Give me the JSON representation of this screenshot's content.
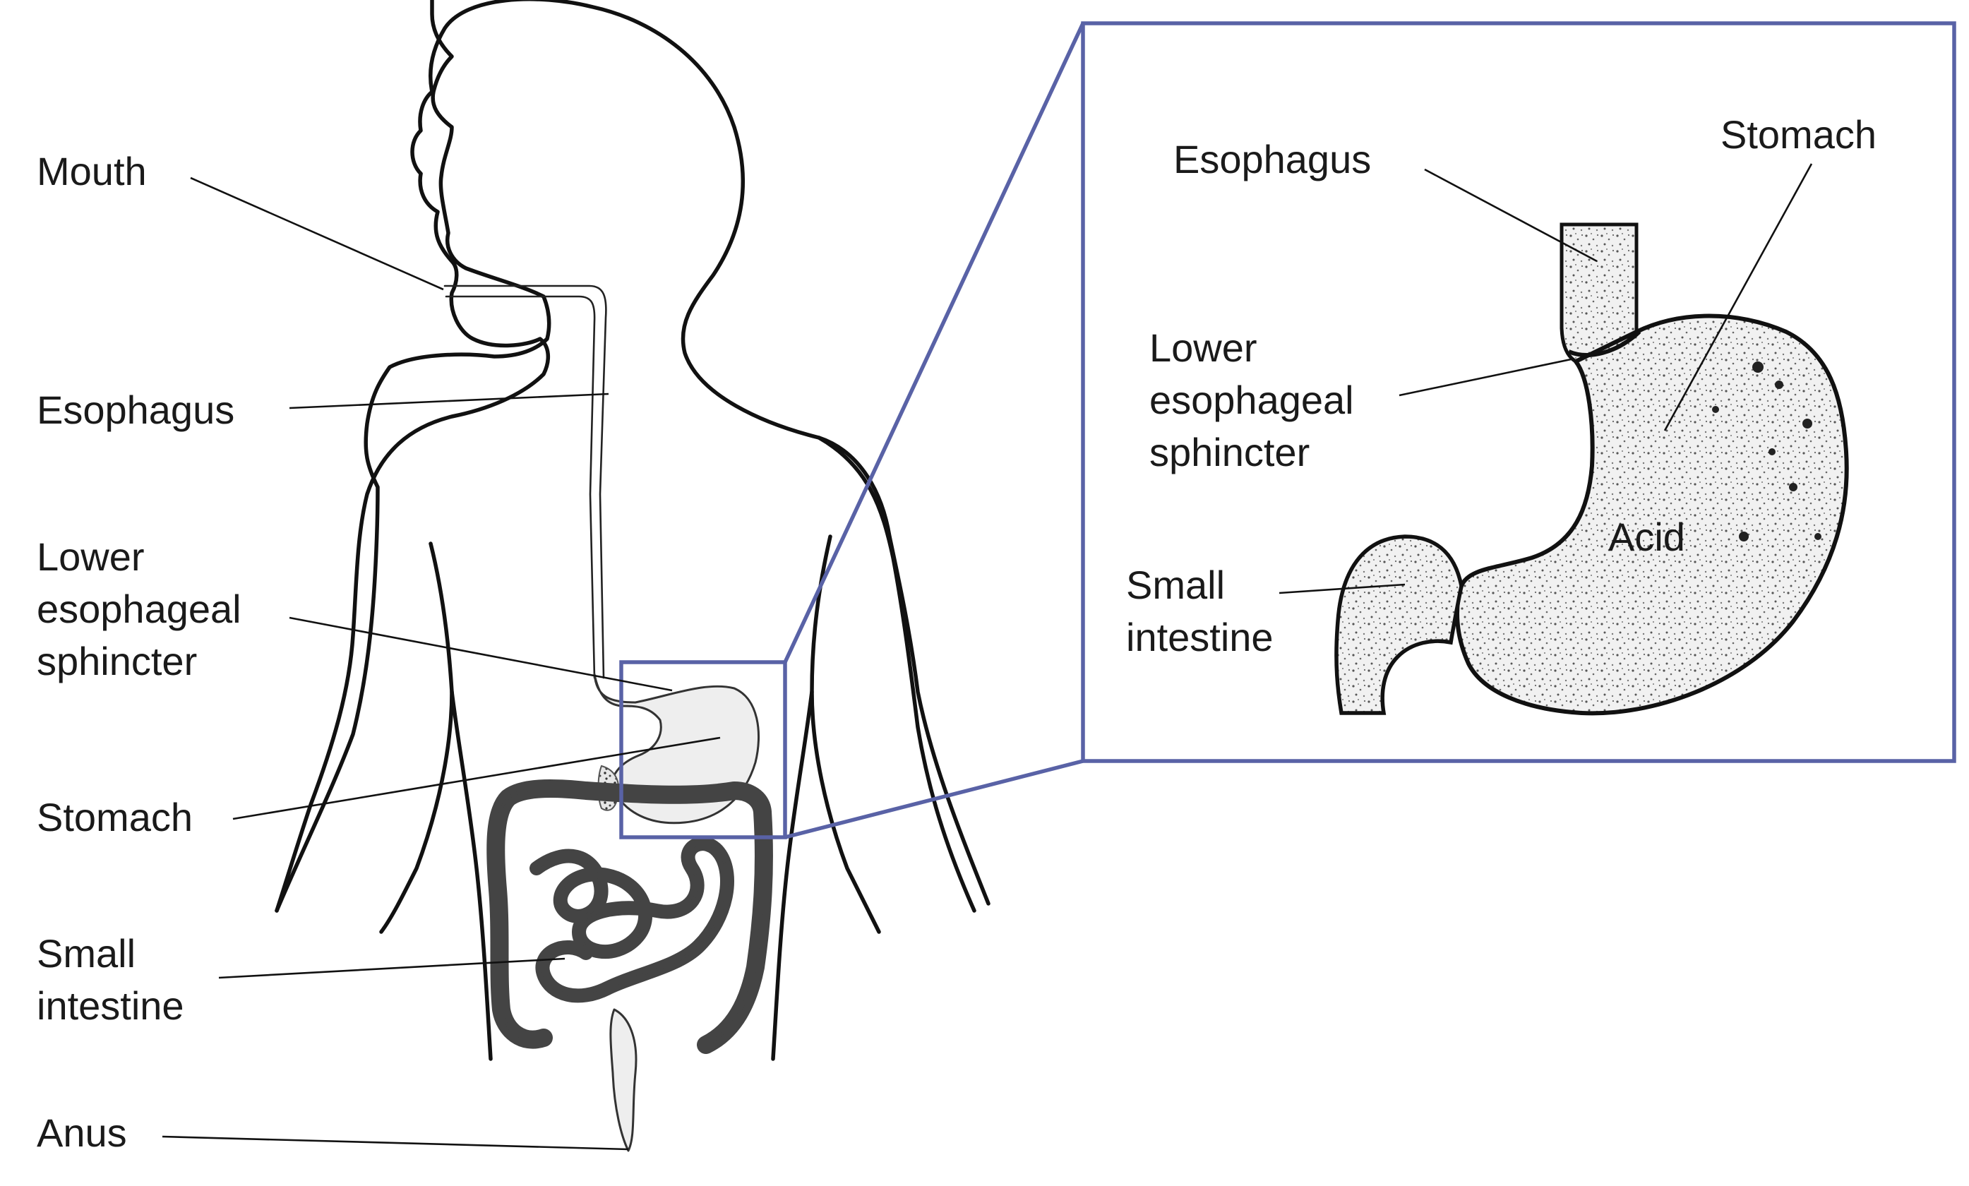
{
  "colors": {
    "frame": "#5962a6",
    "ink": "#111111",
    "organ_fill": "#eeeeee",
    "background": "#ffffff"
  },
  "body_view": {
    "labels": {
      "mouth": "Mouth",
      "esophagus": "Esophagus",
      "les_line1": "Lower",
      "les_line2": "esophageal",
      "les_line3": "sphincter",
      "stomach": "Stomach",
      "small_intestine_line1": "Small",
      "small_intestine_line2": "intestine",
      "anus": "Anus"
    }
  },
  "inset_view": {
    "labels": {
      "esophagus": "Esophagus",
      "stomach": "Stomach",
      "les_line1": "Lower",
      "les_line2": "esophageal",
      "les_line3": "sphincter",
      "acid": "Acid",
      "small_intestine_line1": "Small",
      "small_intestine_line2": "intestine"
    }
  }
}
